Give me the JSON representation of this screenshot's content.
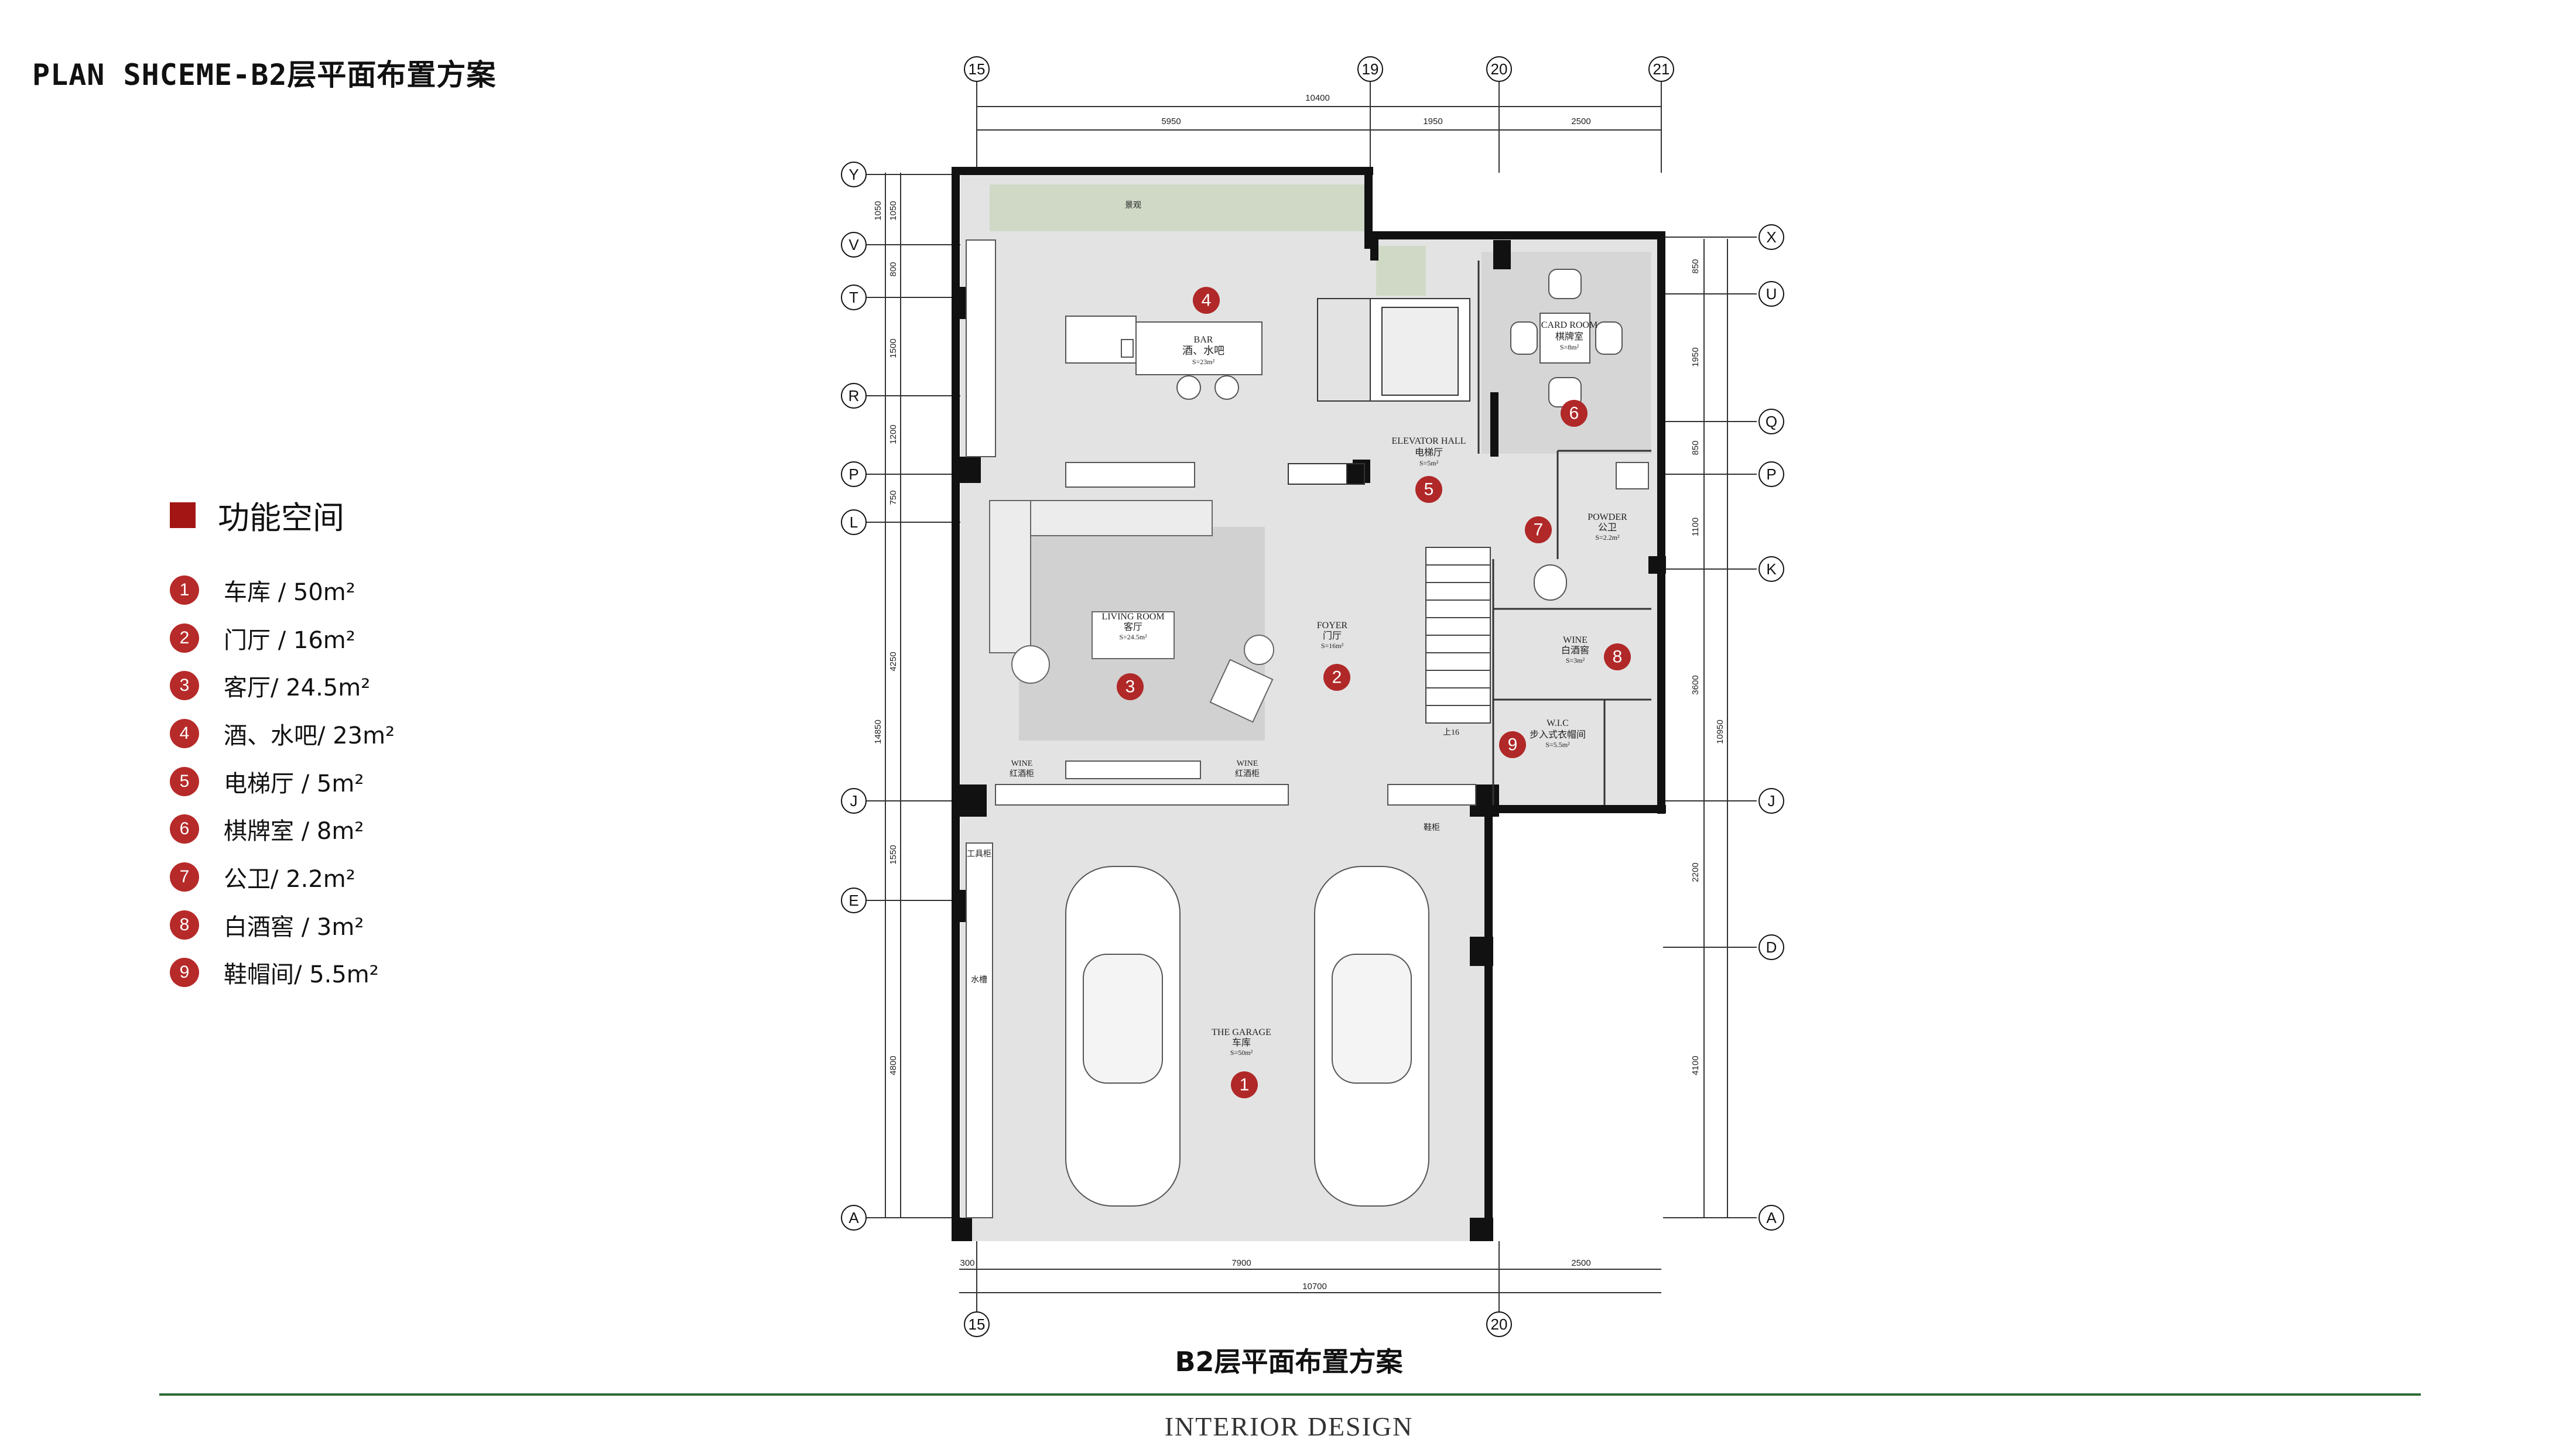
{
  "title": "PLAN SHCEME-B2层平面布置方案",
  "legend": {
    "heading": "功能空间",
    "items": [
      {
        "num": "1",
        "label": "车库 / 50m²"
      },
      {
        "num": "2",
        "label": "门厅 / 16m²"
      },
      {
        "num": "3",
        "label": "客厅/ 24.5m²"
      },
      {
        "num": "4",
        "label": "酒、水吧/ 23m²"
      },
      {
        "num": "5",
        "label": "电梯厅 / 5m²"
      },
      {
        "num": "6",
        "label": "棋牌室 / 8m²"
      },
      {
        "num": "7",
        "label": "公卫/ 2.2m²"
      },
      {
        "num": "8",
        "label": "白酒窖 / 3m²"
      },
      {
        "num": "9",
        "label": "鞋帽间/ 5.5m²"
      }
    ]
  },
  "grid_labels": {
    "top": [
      "15",
      "19",
      "20",
      "21"
    ],
    "bottom": [
      "15",
      "20"
    ],
    "left": [
      "Y",
      "V",
      "T",
      "R",
      "P",
      "L",
      "J",
      "E",
      "A"
    ],
    "right": [
      "X",
      "U",
      "Q",
      "P",
      "K",
      "J",
      "D",
      "A"
    ]
  },
  "dimensions": {
    "top_total": "10400",
    "top_parts": [
      "5950",
      "1950",
      "2500"
    ],
    "bottom_total": "10700",
    "bottom_parts": [
      "300",
      "7900",
      "2500"
    ],
    "left_parts": [
      "1050",
      "800",
      "1500",
      "1200",
      "750",
      "4250",
      "1550",
      "4800"
    ],
    "left_outer": [
      "1050",
      "14850"
    ],
    "right_parts": [
      "850",
      "1950",
      "850",
      "1100",
      "3600",
      "2200",
      "4100"
    ],
    "right_outer": "10950"
  },
  "rooms": {
    "bar": {
      "en": "BAR",
      "cn": "酒、水吧",
      "area": "S=23m²",
      "num": "4"
    },
    "card": {
      "en": "CARD ROOM",
      "cn": "棋牌室",
      "area": "S=8m²",
      "num": "6"
    },
    "elevator": {
      "en": "ELEVATOR HALL",
      "cn": "电梯厅",
      "area": "S=5m²",
      "num": "5"
    },
    "powder": {
      "en": "POWDER",
      "cn": "公卫",
      "area": "S=2.2m²",
      "num": "7"
    },
    "living": {
      "en": "LIVING ROOM",
      "cn": "客厅",
      "area": "S=24.5m²",
      "num": "3"
    },
    "foyer": {
      "en": "FOYER",
      "cn": "门厅",
      "area": "S=16m²",
      "num": "2"
    },
    "wine_cellar": {
      "en": "WINE",
      "cn": "白酒窖",
      "area": "S=3m²",
      "num": "8"
    },
    "wlc": {
      "en": "W.I.C",
      "cn": "步入式衣帽间",
      "area": "S=5.5m²",
      "num": "9"
    },
    "garage": {
      "en": "THE GARAGE",
      "cn": "车库",
      "area": "S=50m²",
      "num": "1"
    }
  },
  "small_labels": {
    "courtyard": "景观",
    "wine_left_en": "WINE",
    "wine_left_cn": "红酒柜",
    "wine_right_en": "WINE",
    "wine_right_cn": "红酒柜",
    "shoe_cabinet": "鞋柜",
    "tool_cabinet": "工具柜",
    "sink": "水槽",
    "stair_up": "上16"
  },
  "caption": "B2层平面布置方案",
  "footer": "INTERIOR DESIGN"
}
